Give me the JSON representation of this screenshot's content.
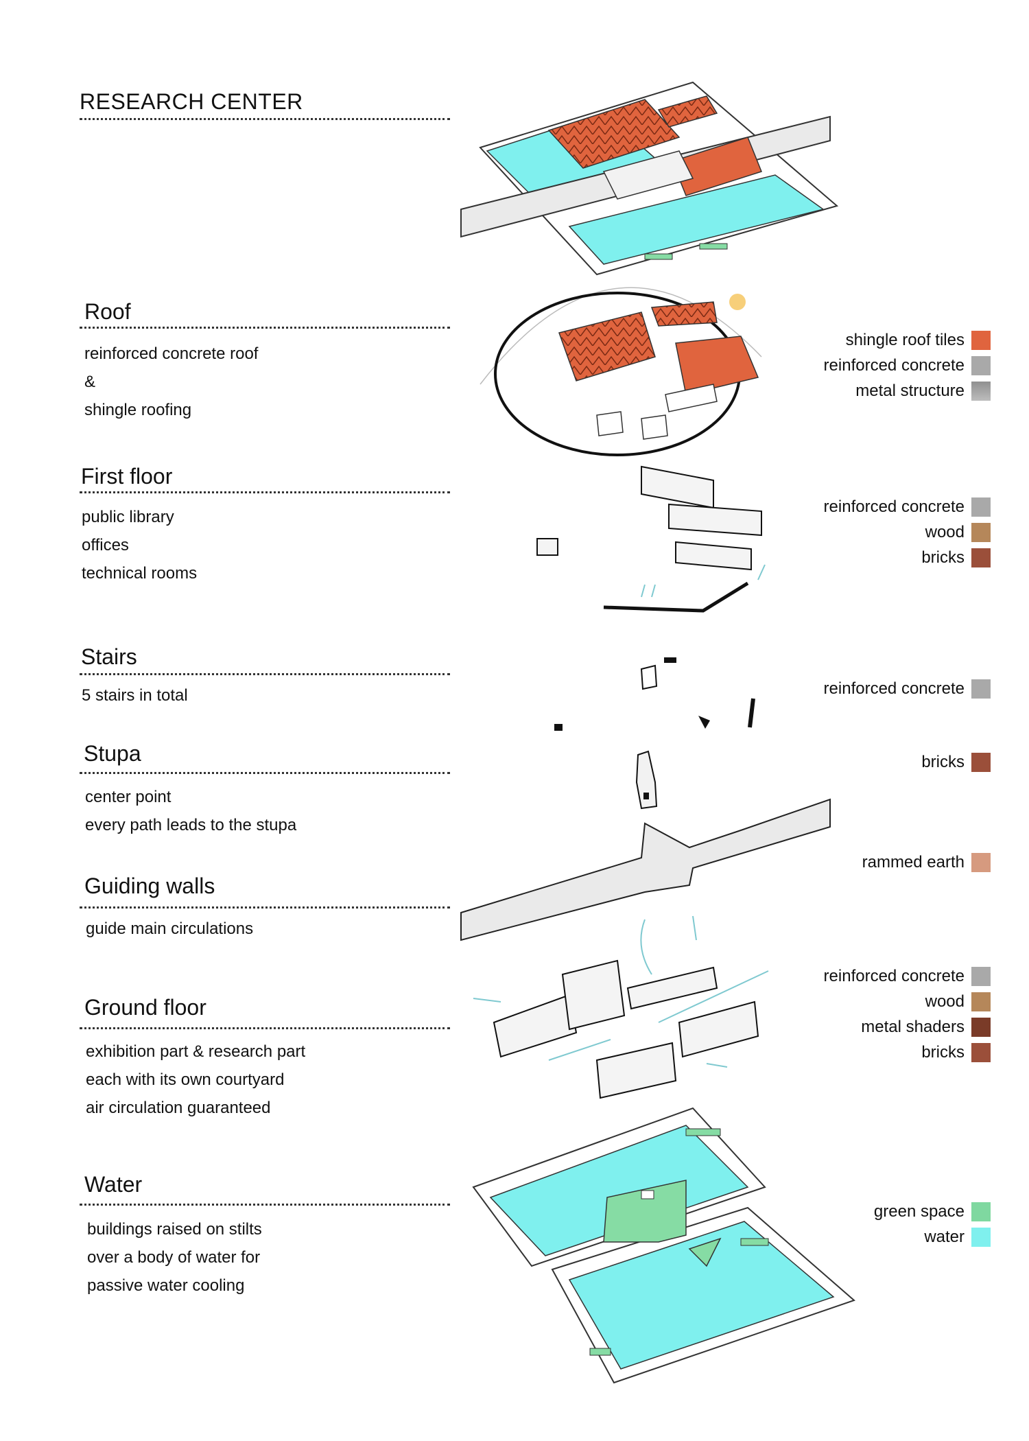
{
  "title": "RESEARCH CENTER",
  "sections": {
    "roof": {
      "title": "Roof",
      "lines": [
        "reinforced concrete roof",
        "&",
        "shingle roofing"
      ]
    },
    "first_floor": {
      "title": "First floor",
      "lines": [
        "public library",
        "offices",
        "technical rooms"
      ]
    },
    "stairs": {
      "title": "Stairs",
      "lines": [
        "5 stairs in total"
      ]
    },
    "stupa": {
      "title": "Stupa",
      "lines": [
        "center point",
        "every path leads to the stupa"
      ]
    },
    "guiding_walls": {
      "title": "Guiding walls",
      "lines": [
        "guide main circulations"
      ]
    },
    "ground_floor": {
      "title": "Ground floor",
      "lines": [
        "exhibition part & research part",
        "each with its own courtyard",
        "air circulation guaranteed"
      ]
    },
    "water": {
      "title": "Water",
      "lines": [
        "buildings raised on stilts",
        "over a body of water for",
        "passive water cooling"
      ]
    }
  },
  "legends": {
    "roof": [
      {
        "label": "shingle roof tiles",
        "color": "#e0643e"
      },
      {
        "label": "reinforced concrete",
        "color": "#a9a9a9"
      },
      {
        "label": "metal structure",
        "color": "#9c9c9c"
      }
    ],
    "first_floor": [
      {
        "label": "reinforced concrete",
        "color": "#a9a9a9"
      },
      {
        "label": "wood",
        "color": "#b5875a"
      },
      {
        "label": "bricks",
        "color": "#9b4f3a"
      }
    ],
    "stairs": [
      {
        "label": "reinforced concrete",
        "color": "#a9a9a9"
      }
    ],
    "stupa": [
      {
        "label": "bricks",
        "color": "#9b4f3a"
      }
    ],
    "guiding_walls": [
      {
        "label": "rammed earth",
        "color": "#d69a7f"
      }
    ],
    "ground_floor": [
      {
        "label": "reinforced concrete",
        "color": "#a9a9a9"
      },
      {
        "label": "wood",
        "color": "#b5875a"
      },
      {
        "label": "metal shaders",
        "color": "#7a3b28"
      },
      {
        "label": "bricks",
        "color": "#9b4f3a"
      }
    ],
    "water": [
      {
        "label": "green space",
        "color": "#7fd8a0"
      },
      {
        "label": "water",
        "color": "#7ff0ee"
      }
    ]
  },
  "colors": {
    "water": "#7ff0ee",
    "green": "#86dca4",
    "roof_tiles": "#e0643e",
    "wall": "#e9e9e9",
    "airflow": "#7fc9d0",
    "sun": "#f7cf7a"
  }
}
